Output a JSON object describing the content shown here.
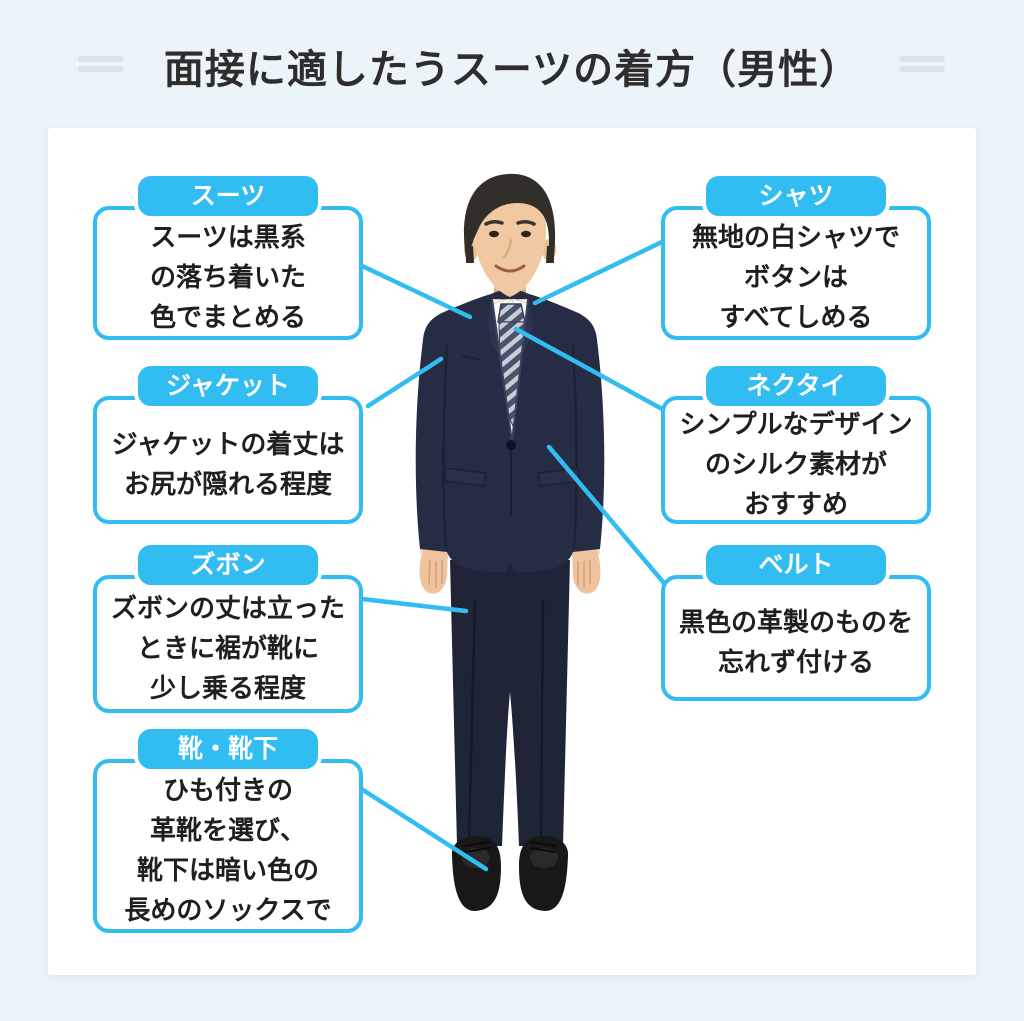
{
  "page": {
    "background_color": "#EBF4F8",
    "card_color": "#FFFFFF",
    "accent_color": "#31BDF2",
    "text_color": "#1F1F1F",
    "title_color": "#2D2D2D",
    "decoration_color": "#D7E6EE"
  },
  "title": {
    "text": "面接に適したうスーツの着方（男性）"
  },
  "figure": {
    "description": "スーツを着た男性の全身写真",
    "suit_color": "#262C44",
    "shirt_color": "#F4F1EA",
    "shoe_color": "#181818"
  },
  "callouts": [
    {
      "id": "suit",
      "side": "left",
      "label": "スーツ",
      "body": "スーツは黒系\nの落ち着いた\n色でまとめる"
    },
    {
      "id": "jacket",
      "side": "left",
      "label": "ジャケット",
      "body": "ジャケットの着丈は\nお尻が隠れる程度"
    },
    {
      "id": "pants",
      "side": "left",
      "label": "ズボン",
      "body": "ズボンの丈は立った\nときに裾が靴に\n少し乗る程度"
    },
    {
      "id": "shoes",
      "side": "left",
      "label": "靴・靴下",
      "body": "ひも付きの\n革靴を選び、\n靴下は暗い色の\n長めのソックスで"
    },
    {
      "id": "shirt",
      "side": "right",
      "label": "シャツ",
      "body": "無地の白シャツで\nボタンは\nすべてしめる"
    },
    {
      "id": "necktie",
      "side": "right",
      "label": "ネクタイ",
      "body": "シンプルなデザイン\nのシルク素材が\nおすすめ"
    },
    {
      "id": "belt",
      "side": "right",
      "label": "ベルト",
      "body": "黒色の革製のものを\n忘れず付ける"
    }
  ]
}
